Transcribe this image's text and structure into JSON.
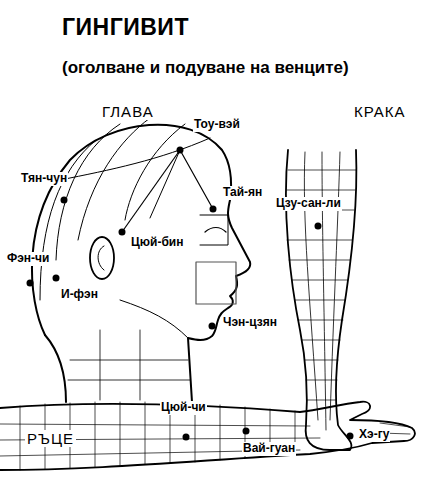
{
  "diagram": {
    "title": "ГИНГИВИТ",
    "labels": [
      "(оголване и подуване на венците)",
      "ГЛАВА",
      "КРАКА",
      "Тоу-вэй",
      "Тян-чун",
      "Тай-ян",
      "Цзу-сан-ли",
      "Цюй-бин",
      "Фэн-чи",
      "И-фэн",
      "Чэн-цзян",
      "Цюй-чи",
      "РЪЦЕ",
      "Хэ-гу",
      "Вай-гуан"
    ]
  }
}
